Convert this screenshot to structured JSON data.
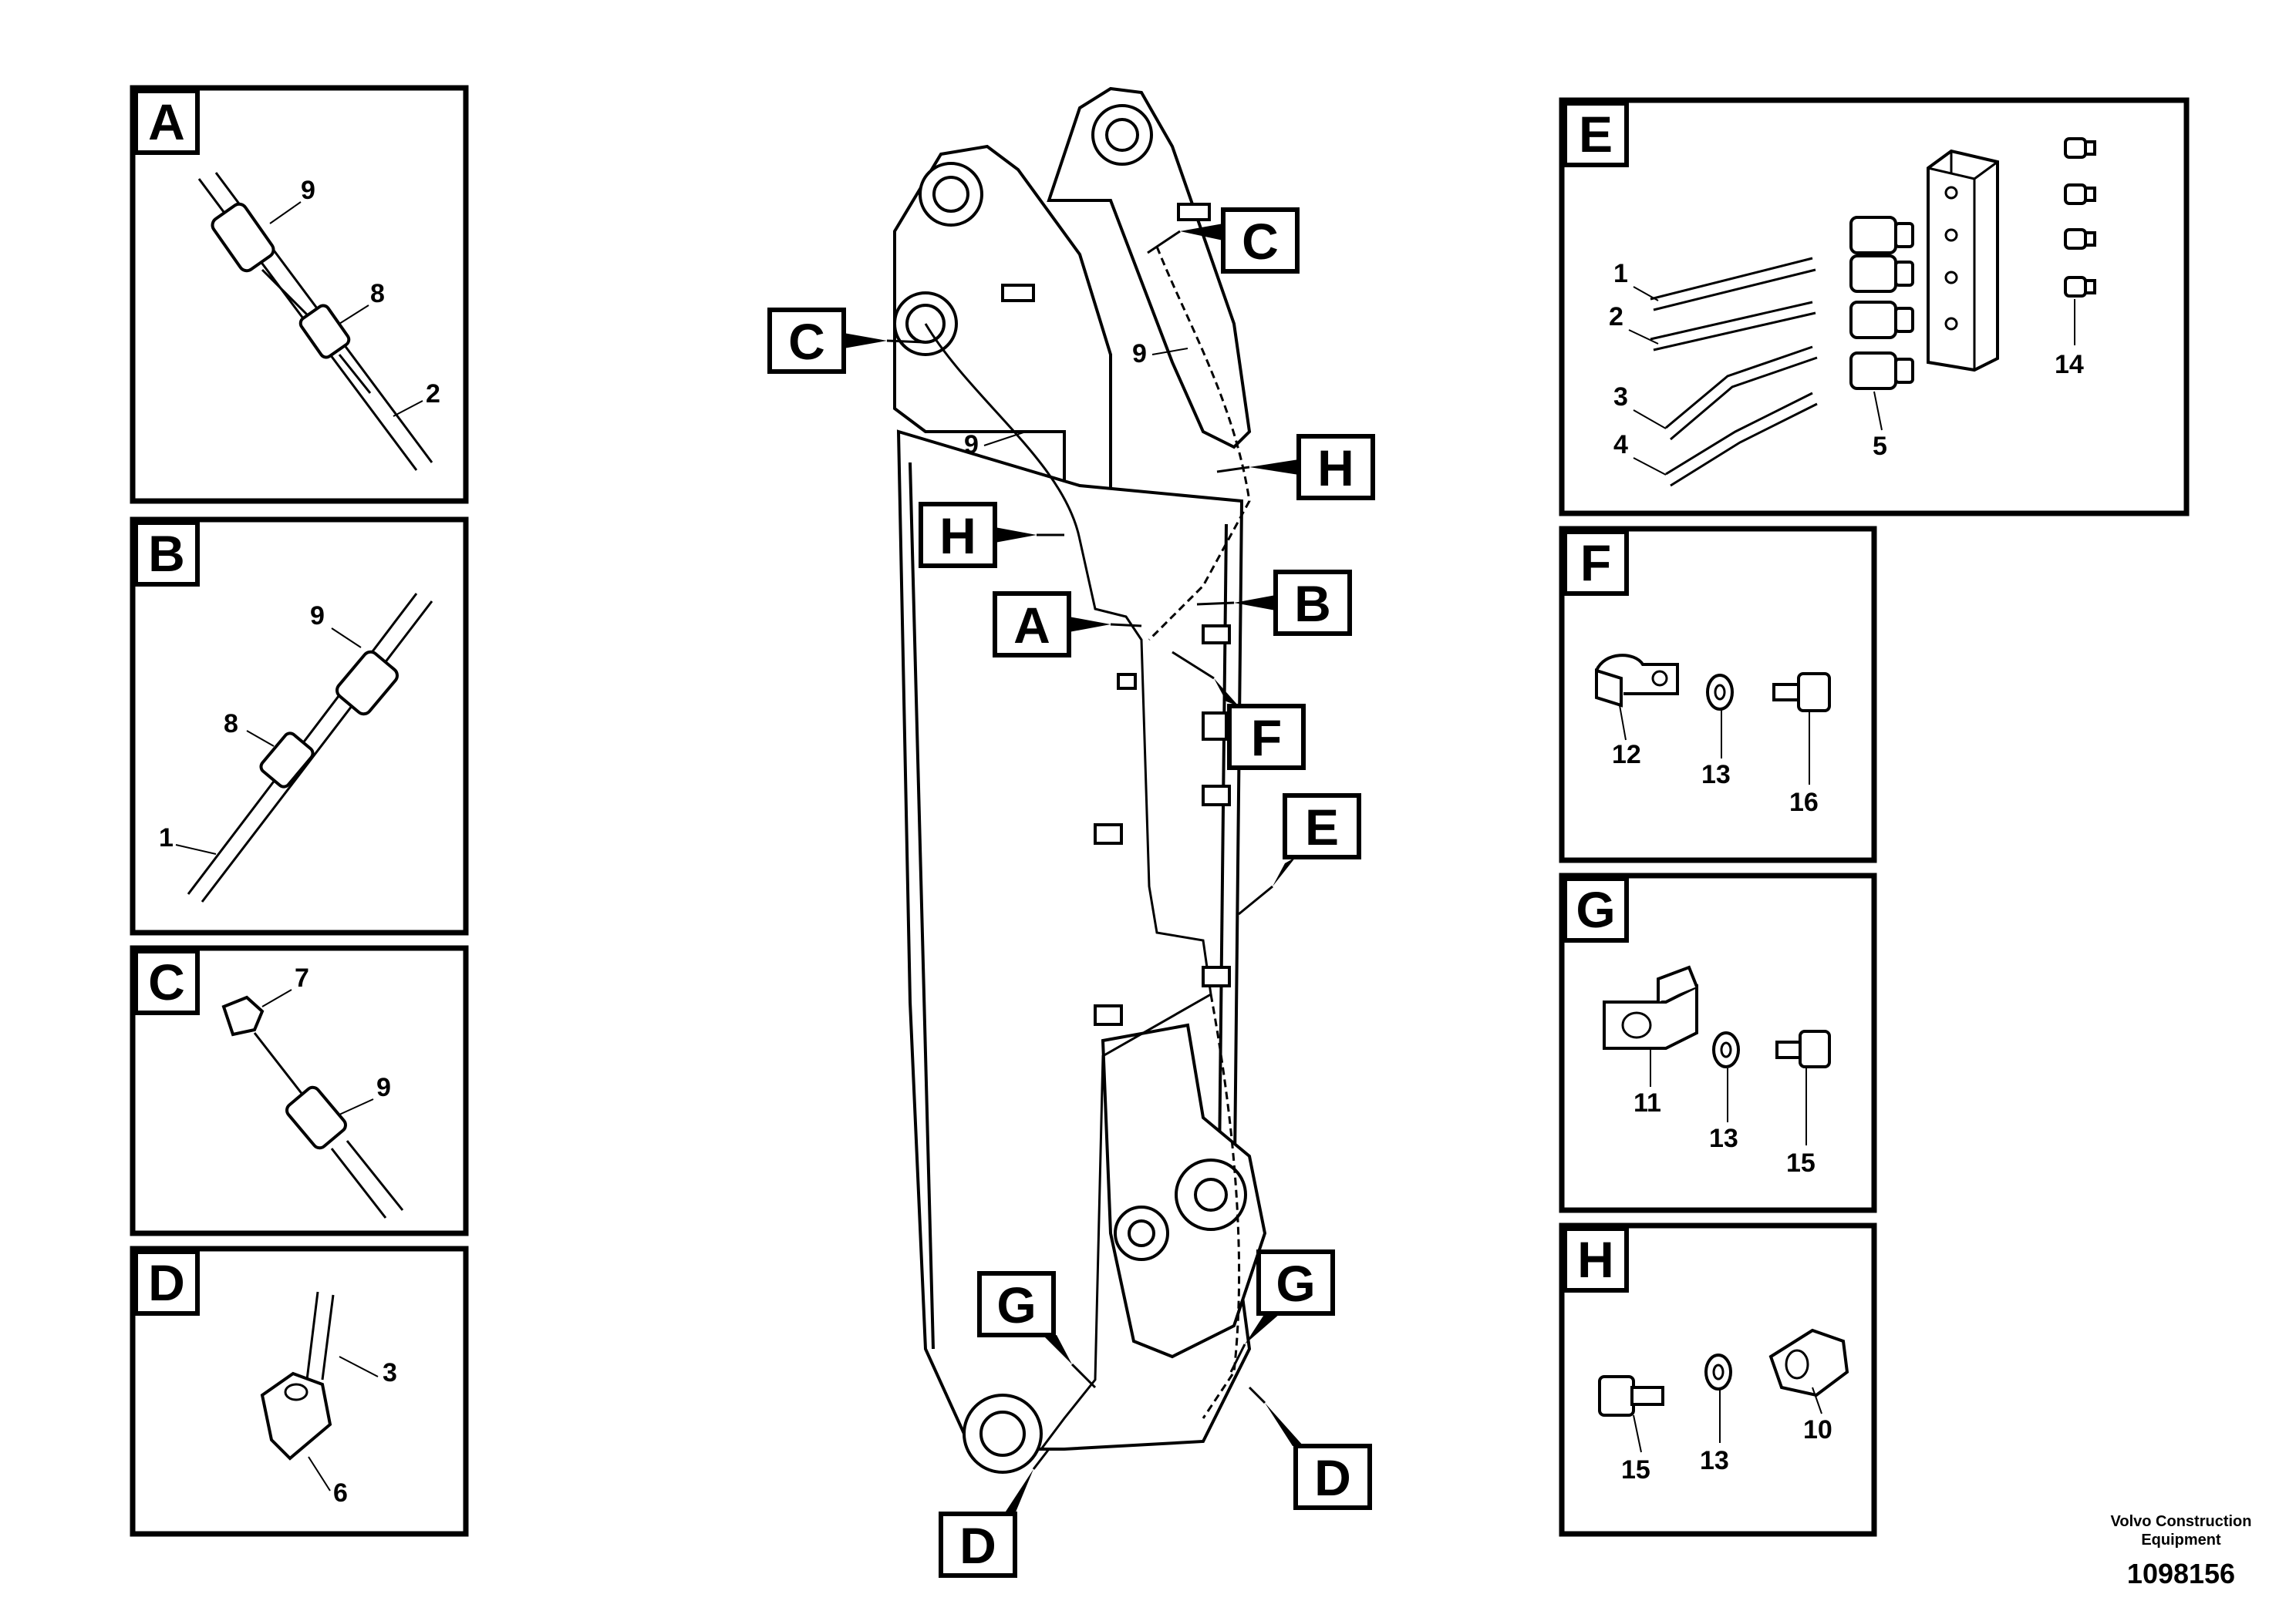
{
  "panels": {
    "A": {
      "letter": "A",
      "labels": [
        "9",
        "8",
        "2"
      ]
    },
    "B": {
      "letter": "B",
      "labels": [
        "9",
        "8",
        "1"
      ]
    },
    "C": {
      "letter": "C",
      "labels": [
        "7",
        "9"
      ]
    },
    "D": {
      "letter": "D",
      "labels": [
        "3",
        "6"
      ]
    },
    "E": {
      "letter": "E",
      "labels": [
        "1",
        "2",
        "3",
        "4",
        "5",
        "14"
      ]
    },
    "F": {
      "letter": "F",
      "labels": [
        "12",
        "13",
        "16"
      ]
    },
    "G": {
      "letter": "G",
      "labels": [
        "11",
        "13",
        "15"
      ]
    },
    "H": {
      "letter": "H",
      "labels": [
        "15",
        "13",
        "10"
      ]
    }
  },
  "main_callouts": [
    "C",
    "C",
    "H",
    "H",
    "A",
    "B",
    "F",
    "E",
    "G",
    "G",
    "D",
    "D"
  ],
  "main_labels": [
    "9",
    "9"
  ],
  "footer": {
    "company_line1": "Volvo Construction",
    "company_line2": "Equipment",
    "drawing_number": "1098156"
  }
}
